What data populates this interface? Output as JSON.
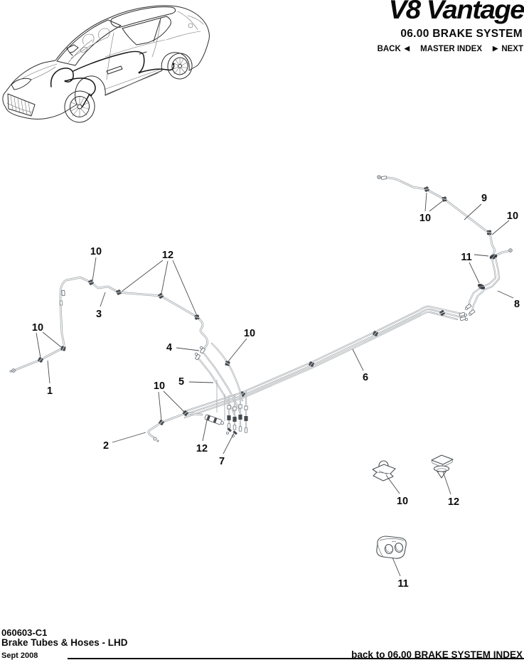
{
  "header": {
    "logo_text": "V8 Vantage",
    "section_title": "06.00 BRAKE SYSTEM",
    "nav": {
      "back_label": "BACK",
      "back_arrow": "◀",
      "master_index_label": "MASTER INDEX",
      "next_arrow": "▶",
      "next_label": "NEXT"
    }
  },
  "footer": {
    "drawing_number": "060603-C1",
    "page_title": "Brake Tubes & Hoses - LHD",
    "date": "Sept 2008",
    "back_link": "back to 06.00 BRAKE SYSTEM INDEX"
  },
  "diagram": {
    "description": "Exploded parts diagram of brake tubes and hoses (left hand drive) with numbered callouts",
    "callouts": [
      {
        "label": "9"
      },
      {
        "label": "10"
      },
      {
        "label": "10"
      },
      {
        "label": "11"
      },
      {
        "label": "8"
      },
      {
        "label": "10"
      },
      {
        "label": "12"
      },
      {
        "label": "3"
      },
      {
        "label": "10"
      },
      {
        "label": "1"
      },
      {
        "label": "4"
      },
      {
        "label": "10"
      },
      {
        "label": "5"
      },
      {
        "label": "10"
      },
      {
        "label": "2"
      },
      {
        "label": "12"
      },
      {
        "label": "7"
      },
      {
        "label": "6"
      },
      {
        "label": "10"
      },
      {
        "label": "12"
      },
      {
        "label": "11"
      }
    ]
  },
  "colors": {
    "text": "#0a0a0a",
    "tube_gray": "#9aa0a4",
    "clip_dark": "#454b50"
  }
}
